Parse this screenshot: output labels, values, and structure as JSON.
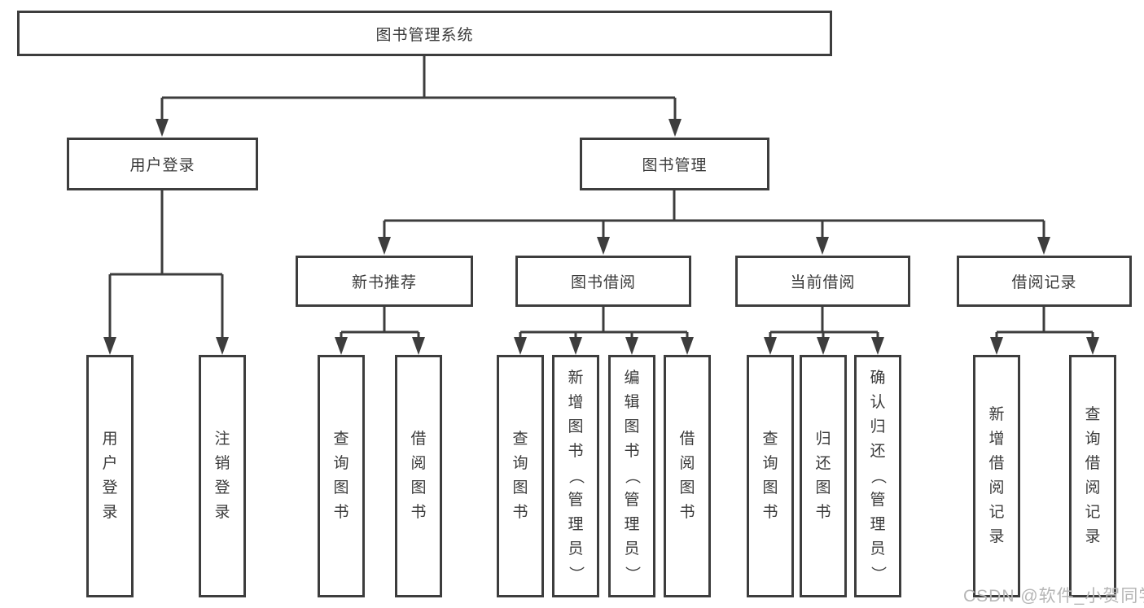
{
  "colors": {
    "line": "#3d3d3d",
    "text": "#3a3a3a",
    "watermark": "#b6b6b6",
    "background": "#ffffff"
  },
  "watermark": "CSDN @软件_小贺同学",
  "tree": {
    "root": "图书管理系统",
    "branches": {
      "user_login": "用户登录",
      "book_management": "图书管理"
    },
    "modules": {
      "new_book_recommend": "新书推荐",
      "book_borrow": "图书借阅",
      "current_borrow": "当前借阅",
      "borrow_records": "借阅记录"
    },
    "functions": {
      "user_login": "用户登录",
      "logout_login": "注销登录",
      "nb_query_books": "查询图书",
      "nb_borrow_books": "借阅图书",
      "bb_query_books": "查询图书",
      "bb_add_books": "新增图书（管理员）",
      "bb_edit_books": "编辑图书（管理员）",
      "bb_borrow_books": "借阅图书",
      "cb_query_books": "查询图书",
      "cb_return_books": "归还图书",
      "cb_confirm_return": "确认归还（管理员）",
      "br_add_record": "新增借阅记录",
      "br_query_record": "查询借阅记录"
    }
  }
}
